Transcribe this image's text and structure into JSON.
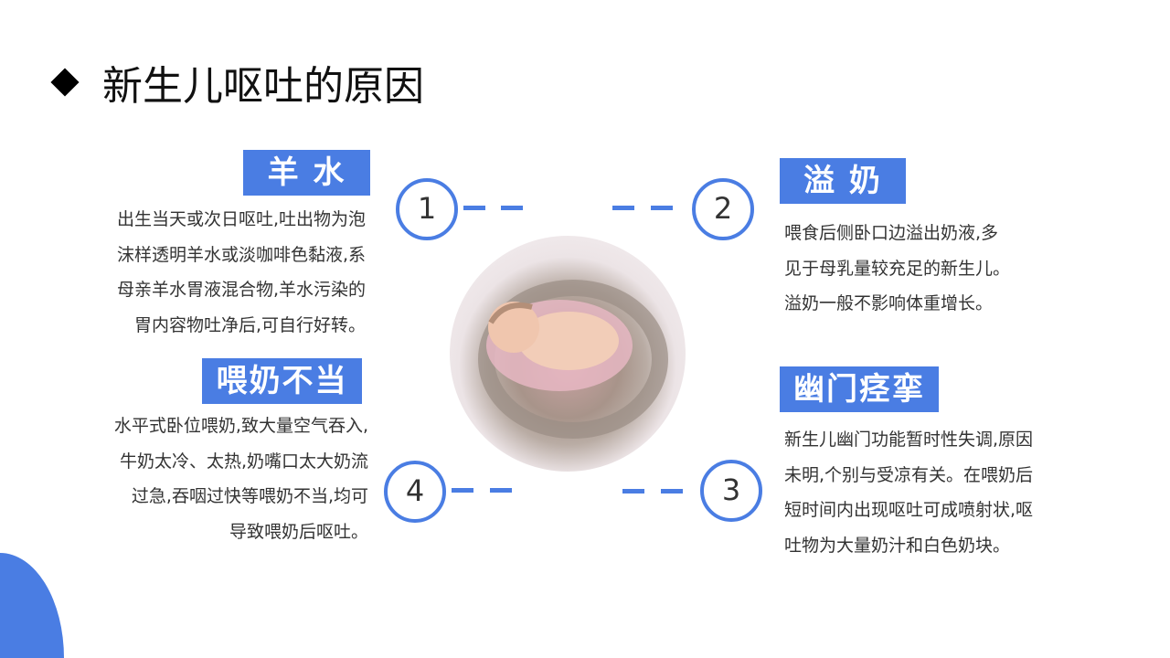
{
  "title": "新生儿呕吐的原因",
  "items": [
    {
      "number": "1",
      "label": "羊 水",
      "lines": [
        "出生当天或次日呕吐,吐出物为泡",
        "沫样透明羊水或淡咖啡色黏液,系",
        "母亲羊水胃液混合物,羊水污染的",
        "胃内容物吐净后,可自行好转。"
      ]
    },
    {
      "number": "2",
      "label": "溢 奶",
      "lines": [
        "喂食后侧卧口边溢出奶液,多",
        "见于母乳量较充足的新生儿。",
        "溢奶一般不影响体重增长。"
      ]
    },
    {
      "number": "3",
      "label": "幽门痉挛",
      "lines": [
        "新生儿幽门功能暂时性失调,原因",
        "未明,个别与受凉有关。在喂奶后",
        "短时间内出现呕吐可成喷射状,呕",
        "吐物为大量奶汁和白色奶块。"
      ]
    },
    {
      "number": "4",
      "label": "喂奶不当",
      "lines": [
        "水平式卧位喂奶,致大量空气吞入,",
        "牛奶太冷、太热,奶嘴口太大奶流",
        "过急,吞咽过快等喂奶不当,均可",
        "导致喂奶后呕吐。"
      ]
    }
  ],
  "accent": "#4a7de3"
}
